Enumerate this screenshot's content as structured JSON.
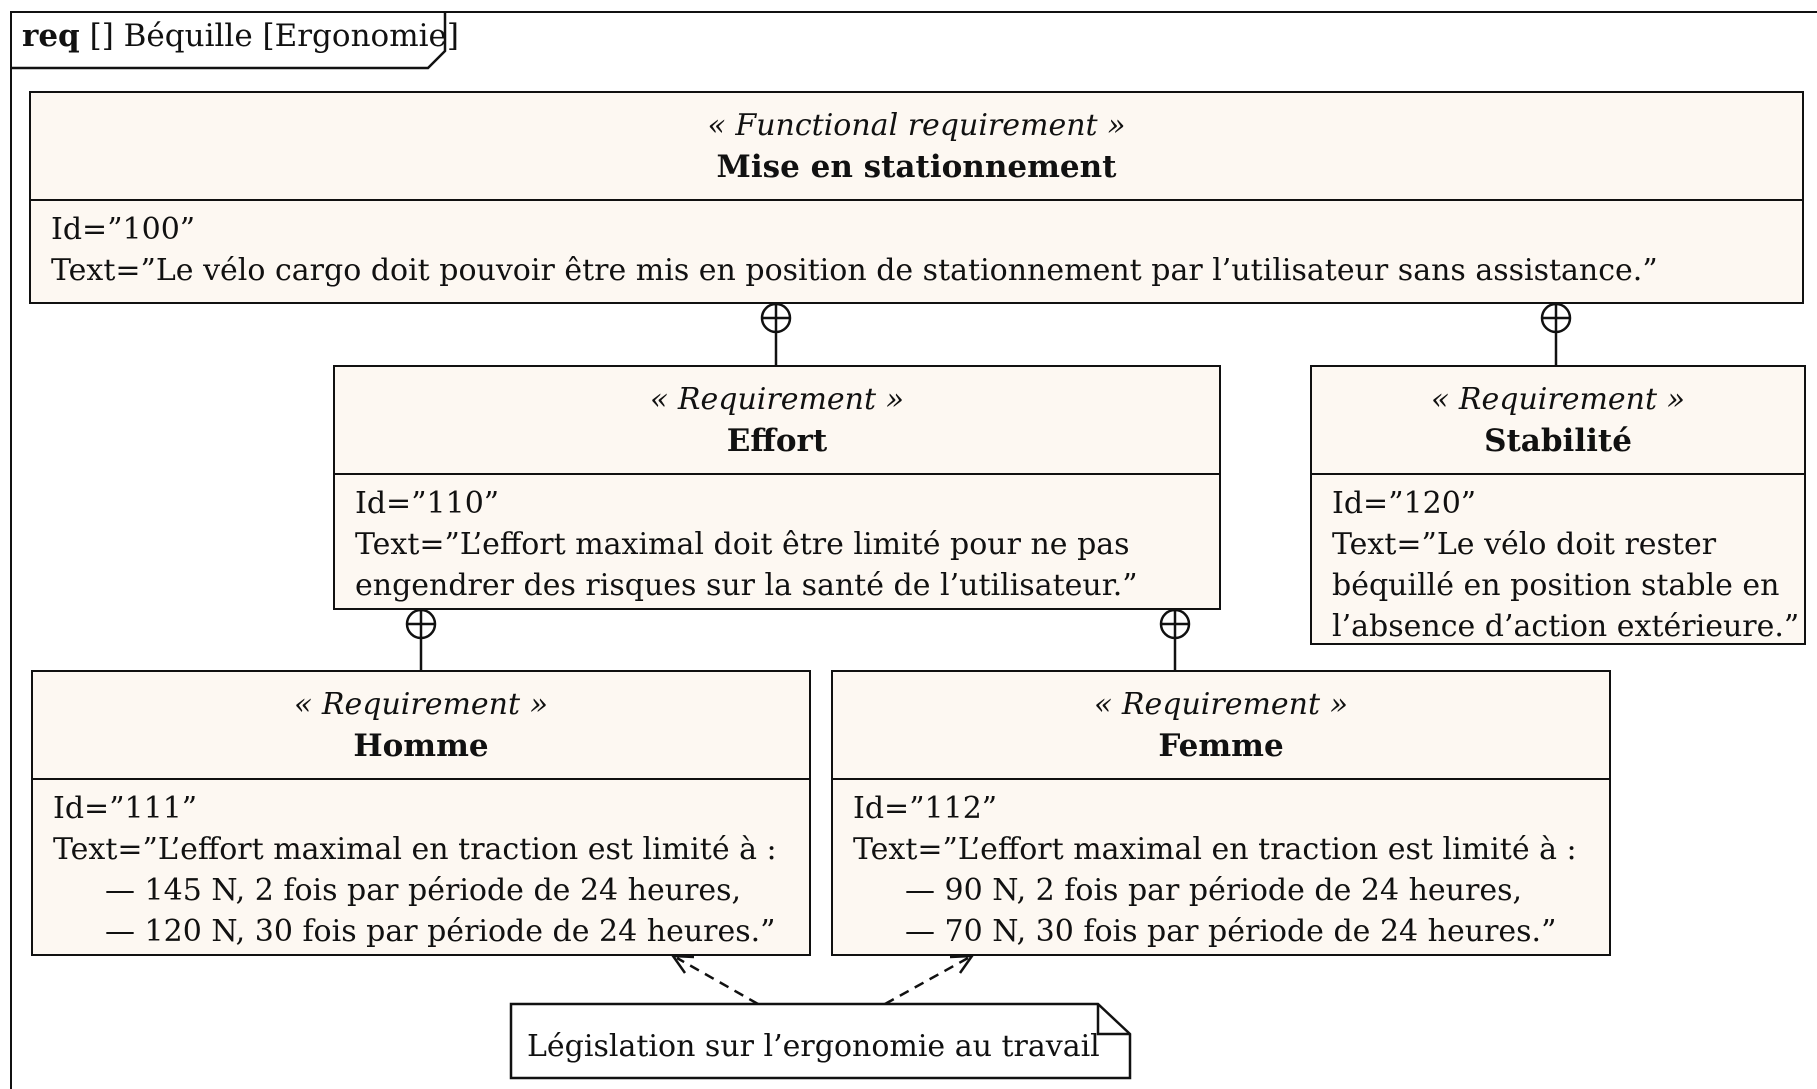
{
  "frame": {
    "kind": "req",
    "label": "[] Béquille [Ergonomie]"
  },
  "requirements": [
    {
      "stereotype": "« Functional requirement »",
      "name": "Mise en stationnement",
      "id": "Id=”100”",
      "text": [
        "Text=”Le vélo cargo doit pouvoir être mis en position de stationnement par l’utilisateur sans assistance.”"
      ]
    },
    {
      "stereotype": "« Requirement »",
      "name": "Effort",
      "id": "Id=”110”",
      "text": [
        "Text=”L’effort maximal doit être limité pour ne pas",
        "engendrer des risques sur la santé de l’utilisateur.”"
      ]
    },
    {
      "stereotype": "« Requirement »",
      "name": "Stabilité",
      "id": "Id=”120”",
      "text": [
        "Text=”Le vélo doit rester",
        "béquillé en position stable en",
        "l’absence d’action extérieure.”"
      ]
    },
    {
      "stereotype": "« Requirement »",
      "name": "Homme",
      "id": "Id=”111”",
      "text": [
        "Text=”L’effort maximal en traction est limité à :"
      ],
      "items": [
        "— 145 N, 2 fois par période de 24 heures,",
        "— 120 N, 30 fois par période de 24 heures.”"
      ]
    },
    {
      "stereotype": "« Requirement »",
      "name": "Femme",
      "id": "Id=”112”",
      "text": [
        "Text=”L’effort maximal en traction est limité à :"
      ],
      "items": [
        "— 90 N, 2 fois par période de 24 heures,",
        "— 70 N, 30 fois par période de 24 heures.”"
      ]
    }
  ],
  "note": {
    "text": "Législation sur l’ergonomie au travail"
  },
  "relations": [
    {
      "type": "containment",
      "parent": "Mise en stationnement",
      "child": "Effort"
    },
    {
      "type": "containment",
      "parent": "Mise en stationnement",
      "child": "Stabilité"
    },
    {
      "type": "containment",
      "parent": "Effort",
      "child": "Homme"
    },
    {
      "type": "containment",
      "parent": "Effort",
      "child": "Femme"
    },
    {
      "type": "dependency",
      "from": "Législation sur l’ergonomie au travail",
      "to": "Homme"
    },
    {
      "type": "dependency",
      "from": "Législation sur l’ergonomie au travail",
      "to": "Femme"
    }
  ]
}
